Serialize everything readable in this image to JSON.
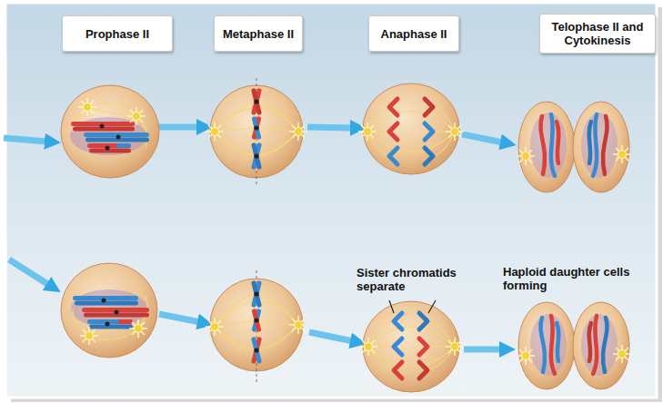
{
  "diagram": {
    "nodes": [
      {
        "text": [
          "Prophase II"
        ]
      },
      {
        "text": [
          "Metaphase II"
        ]
      },
      {
        "text": [
          "Anaphase II"
        ]
      },
      {
        "text": [
          "Telophase II and Cytokinesis"
        ]
      }
    ],
    "labels": [
      "Sister chromatids separate",
      "Haploid daughter cells forming"
    ]
  }
}
